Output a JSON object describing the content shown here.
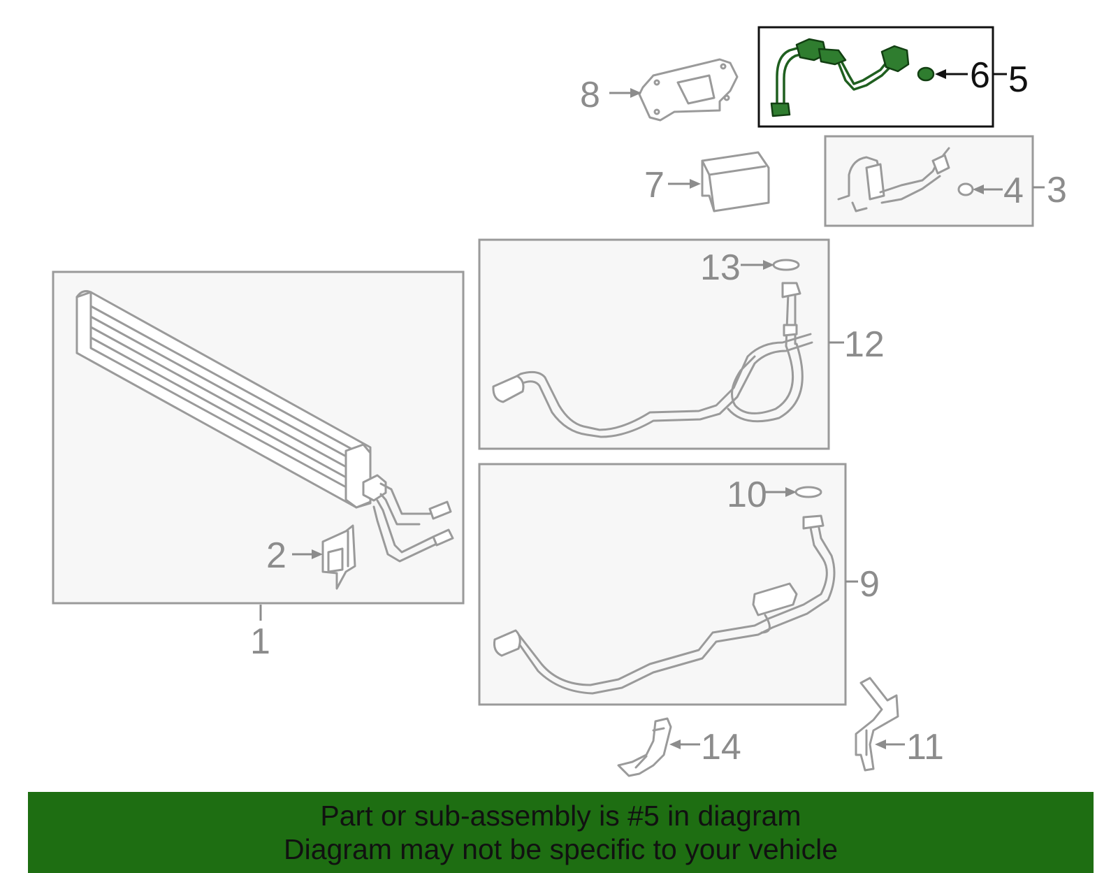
{
  "callouts": {
    "n1": "1",
    "n2": "2",
    "n3": "3",
    "n4": "4",
    "n5": "5",
    "n6": "6",
    "n7": "7",
    "n8": "8",
    "n9": "9",
    "n10": "10",
    "n11": "11",
    "n12": "12",
    "n13": "13",
    "n14": "14"
  },
  "highlighted_part": "5",
  "banner": {
    "line1": "Part or sub-assembly is #5 in diagram",
    "line2": "Diagram may not be specific to your vehicle"
  },
  "colors": {
    "highlight": "#2f7d2f",
    "banner": "#1e6e12",
    "parts": "#9a9a9a"
  }
}
